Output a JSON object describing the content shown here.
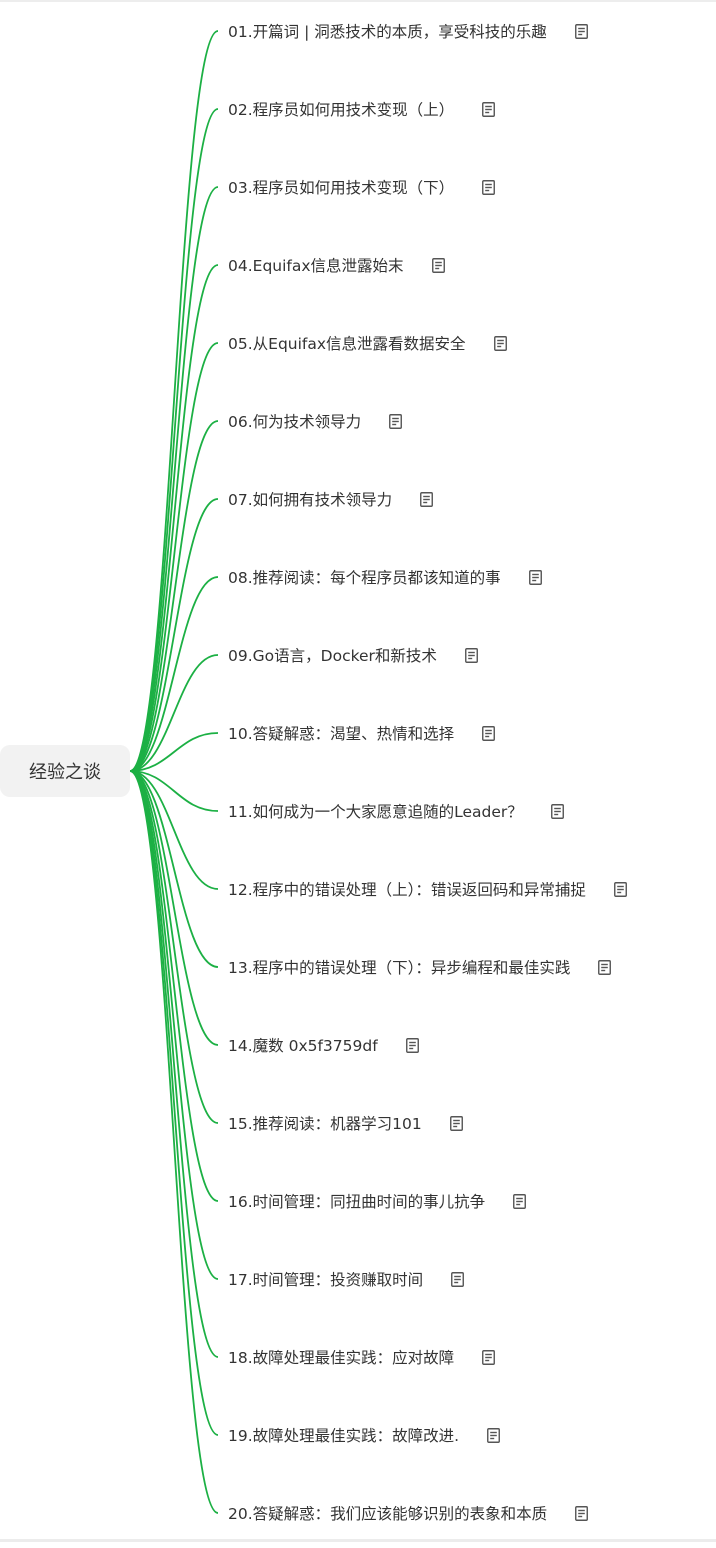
{
  "colors": {
    "branch": "#1cb044",
    "text": "#333333",
    "root_bg": "#f2f2f2"
  },
  "mindmap": {
    "root": {
      "label": "经验之谈"
    },
    "topics": [
      {
        "label": "01.开篇词 | 洞悉技术的本质，享受科技的乐趣",
        "icon": "note-icon"
      },
      {
        "label": "02.程序员如何用技术变现（上）",
        "icon": "note-icon"
      },
      {
        "label": "03.程序员如何用技术变现（下）",
        "icon": "note-icon"
      },
      {
        "label": "04.Equifax信息泄露始末",
        "icon": "note-icon"
      },
      {
        "label": "05.从Equifax信息泄露看数据安全",
        "icon": "note-icon"
      },
      {
        "label": "06.何为技术领导力",
        "icon": "note-icon"
      },
      {
        "label": "07.如何拥有技术领导力",
        "icon": "note-icon"
      },
      {
        "label": "08.推荐阅读：每个程序员都该知道的事",
        "icon": "note-icon"
      },
      {
        "label": "09.Go语言，Docker和新技术",
        "icon": "note-icon"
      },
      {
        "label": "10.答疑解惑：渴望、热情和选择",
        "icon": "note-icon"
      },
      {
        "label": "11.如何成为一个大家愿意追随的Leader？",
        "icon": "note-icon"
      },
      {
        "label": "12.程序中的错误处理（上）：错误返回码和异常捕捉",
        "icon": "note-icon"
      },
      {
        "label": "13.程序中的错误处理（下）：异步编程和最佳实践",
        "icon": "note-icon"
      },
      {
        "label": "14.魔数 0x5f3759df",
        "icon": "note-icon"
      },
      {
        "label": "15.推荐阅读：机器学习101",
        "icon": "note-icon"
      },
      {
        "label": "16.时间管理：同扭曲时间的事儿抗争",
        "icon": "note-icon"
      },
      {
        "label": "17.时间管理：投资赚取时间",
        "icon": "note-icon"
      },
      {
        "label": "18.故障处理最佳实践：应对故障",
        "icon": "note-icon"
      },
      {
        "label": "19.故障处理最佳实践：故障改进.",
        "icon": "note-icon"
      },
      {
        "label": "20.答疑解惑：我们应该能够识别的表象和本质",
        "icon": "note-icon"
      }
    ]
  }
}
